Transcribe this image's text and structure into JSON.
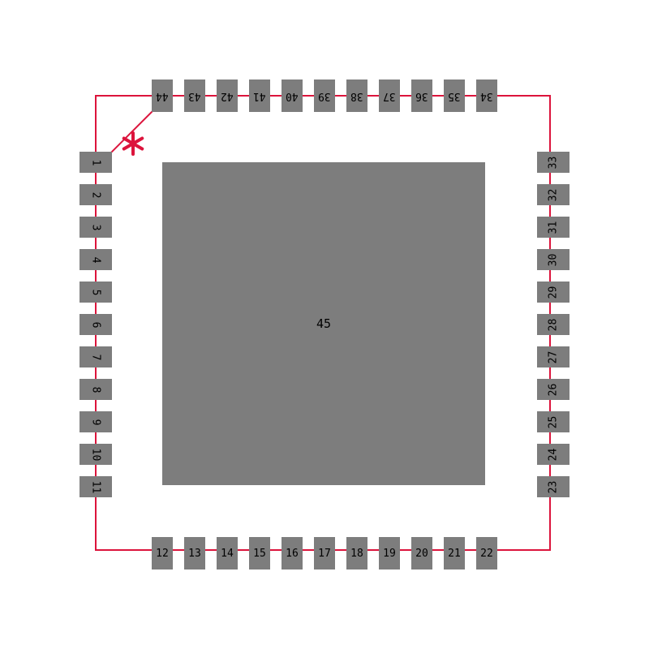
{
  "colors": {
    "background": "#ffffff",
    "pad_gray": "#7d7d7d",
    "outline_red": "#dc143c",
    "number_black": "#000000"
  },
  "pin_one_marker": {
    "symbol": "*"
  },
  "center_pad": {
    "number": "45"
  },
  "pads": {
    "left_top_to_bottom": [
      "1",
      "2",
      "3",
      "4",
      "5",
      "6",
      "7",
      "8",
      "9",
      "10",
      "11"
    ],
    "bottom_left_to_right": [
      "12",
      "13",
      "14",
      "15",
      "16",
      "17",
      "18",
      "19",
      "20",
      "21",
      "22"
    ],
    "right_top_to_bottom": [
      "33",
      "32",
      "31",
      "30",
      "29",
      "28",
      "27",
      "26",
      "25",
      "24",
      "23"
    ],
    "top_left_to_right": [
      "44",
      "43",
      "42",
      "41",
      "40",
      "39",
      "38",
      "37",
      "36",
      "35",
      "34"
    ]
  }
}
